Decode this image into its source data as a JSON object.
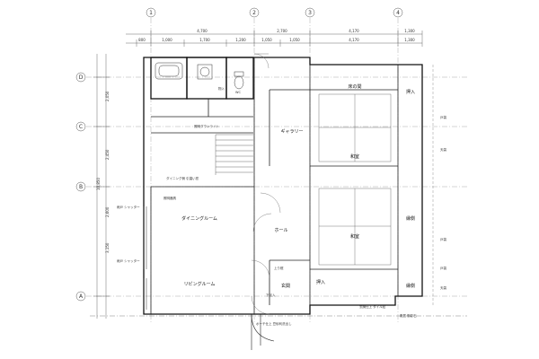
{
  "grid": {
    "columns": [
      "1",
      "2",
      "3",
      "4"
    ],
    "rows": [
      "D",
      "C",
      "B",
      "A"
    ]
  },
  "dimensions": {
    "top_row1": [
      "4,700",
      "2,700",
      "4,170",
      "1,300"
    ],
    "top_row2": [
      "800",
      "1,000",
      "1,700",
      "1,200",
      "1,050",
      "1,050",
      "4,170",
      "1,300"
    ],
    "left": [
      "2,050",
      "2,450",
      "2,600",
      "3,150",
      "10,850"
    ]
  },
  "rooms": {
    "dining": "ダイニングルーム",
    "living": "リビングルーム",
    "hall": "ホール",
    "gallery": "ギャラリー",
    "washitsu1": "和室",
    "washitsu2": "和室",
    "entrance": "玄関",
    "oshiire_top": "押入",
    "oshiire_bottom": "押入",
    "engawa": "縁側",
    "tokonoma": "床の間",
    "engawa2": "縁側"
  },
  "annotations": {
    "porch": "ポーチ仕上  豆砂利洗出し",
    "shutter1": "雨戸 シャッター",
    "shutter2": "雨戸 シャッター",
    "fixture_top": "照明ダウンライト",
    "fixture_mid": "照明器具",
    "window_note": "ダイニング側 引違い窓",
    "note_right1": "戸袋",
    "note_right2": "天袋",
    "note_right3": "戸袋",
    "note_right4": "戸袋",
    "note_right5": "天袋",
    "note_bottom": "玄関仕上 タイル貼",
    "note_bottom2": "敷居 御影石",
    "entry_step": "上り框",
    "shoe_box": "下足入",
    "storage": "物入",
    "wc": "WC"
  }
}
